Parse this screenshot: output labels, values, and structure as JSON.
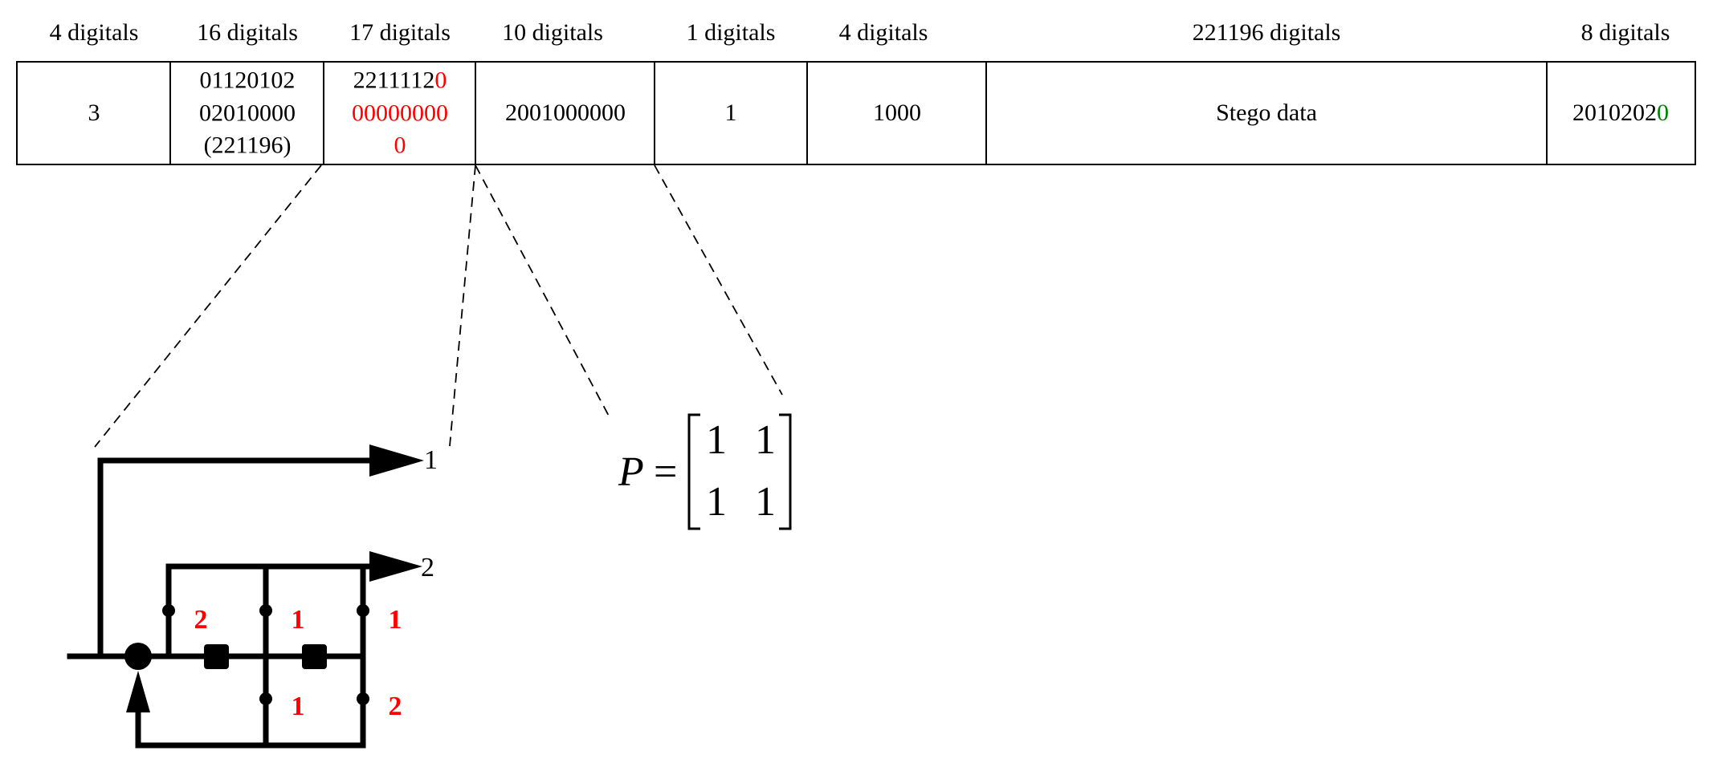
{
  "colors": {
    "highlight_red": "#ff0000",
    "highlight_green": "#008000",
    "line": "#000000"
  },
  "headers": [
    "4 digitals",
    "16 digitals",
    "17 digitals",
    "10 digitals",
    "1 digitals",
    "4 digitals",
    "221196 digitals",
    "8 digitals"
  ],
  "cells": {
    "c1": "3",
    "c2": {
      "line1": "01120102",
      "line2": "02010000",
      "line3": "(221196)"
    },
    "c3": {
      "line1_black": "2211112",
      "line1_red": "0",
      "line2_red": "00000000",
      "line3_red": "0"
    },
    "c4": "2001000000",
    "c5": "1",
    "c6": "1000",
    "c7": "Stego data",
    "c8": {
      "black": "2010202",
      "green": "0"
    }
  },
  "circuit": {
    "output_labels": [
      "1",
      "2"
    ],
    "tap_labels_top": [
      "2",
      "1",
      "1"
    ],
    "tap_labels_bottom": [
      "1",
      "2"
    ]
  },
  "matrix": {
    "symbol": "P",
    "equals": "=",
    "rows": [
      [
        "1",
        "1"
      ],
      [
        "1",
        "1"
      ]
    ]
  }
}
